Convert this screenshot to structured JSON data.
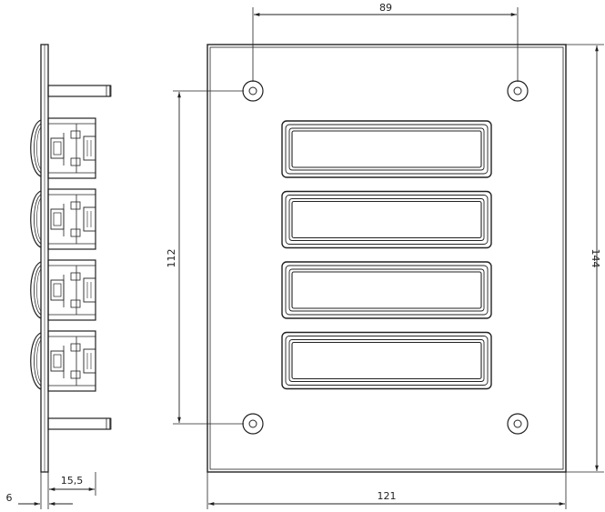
{
  "drawing": {
    "dimensions": {
      "hole_spacing_horizontal": "89",
      "hole_spacing_vertical": "112",
      "plate_height": "144",
      "plate_width": "121",
      "plate_thickness": "6",
      "module_depth": "15,5"
    },
    "label_count": 4,
    "mounting_hole_count": 4
  }
}
